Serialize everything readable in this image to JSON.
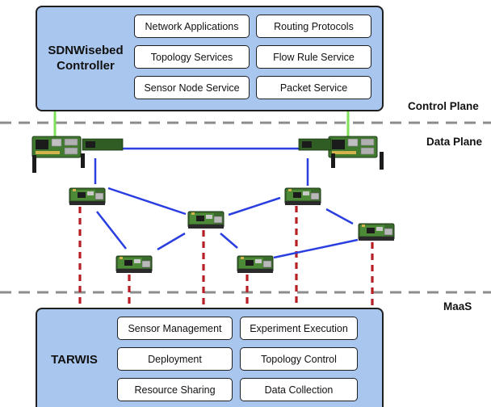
{
  "controller": {
    "title": "SDNWisebed\nController",
    "services": [
      "Network Applications",
      "Routing Protocols",
      "Topology Services",
      "Flow Rule Service",
      "Sensor Node Service",
      "Packet Service"
    ]
  },
  "tarwis": {
    "title": "TARWIS",
    "services": [
      "Sensor Management",
      "Experiment Execution",
      "Deployment",
      "Topology Control",
      "Resource Sharing",
      "Data Collection"
    ]
  },
  "planes": {
    "control": "Control Plane",
    "data": "Data Plane",
    "maas": "MaaS"
  },
  "colors": {
    "panel_fill": "#a9c6ee",
    "wireless_link": "#2b3fe0",
    "controller_link": "#7ee05a",
    "maas_link": "#b81f24",
    "plane_divider": "#8c8c8c"
  },
  "icons": {
    "gateway": "raspberry-pi-board-icon",
    "sensor": "sensor-node-board-icon"
  }
}
